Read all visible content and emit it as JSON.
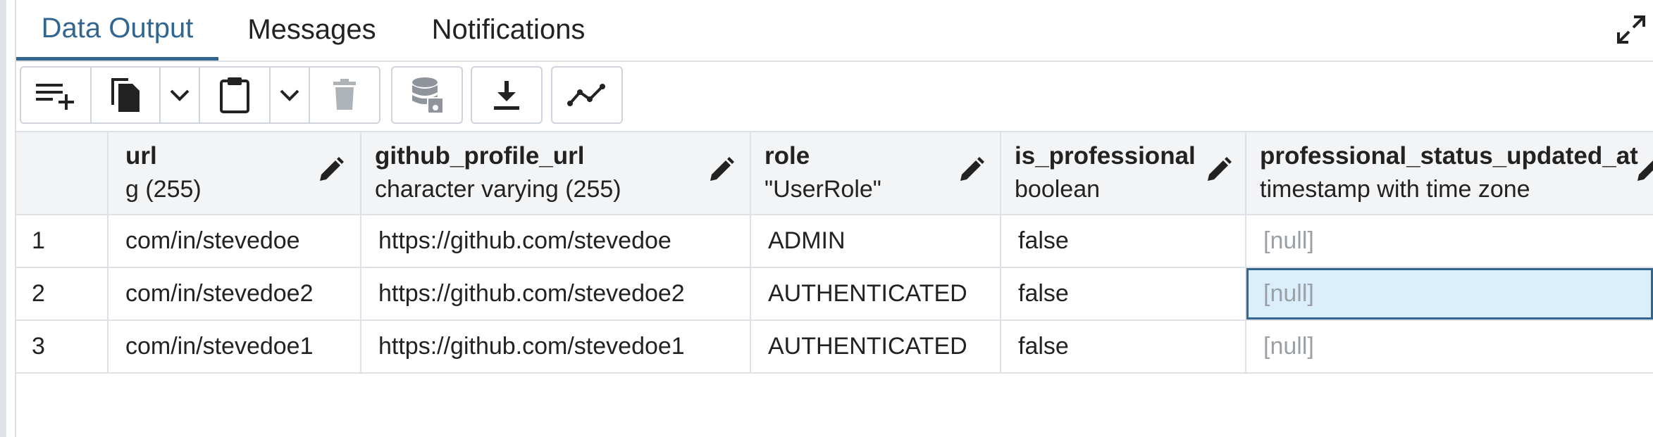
{
  "tabs": [
    {
      "label": "Data Output",
      "active": true
    },
    {
      "label": "Messages",
      "active": false
    },
    {
      "label": "Notifications",
      "active": false
    }
  ],
  "toolbar": {
    "icons": [
      "add-row-icon",
      "copy-icon",
      "chevron-down-icon",
      "paste-icon",
      "chevron-down-icon",
      "delete-icon",
      "save-data-icon",
      "download-icon",
      "graph-icon"
    ]
  },
  "columns": [
    {
      "name": "url",
      "type": "g (255)"
    },
    {
      "name": "github_profile_url",
      "type": "character varying (255)"
    },
    {
      "name": "role",
      "type": "\"UserRole\""
    },
    {
      "name": "is_professional",
      "type": "boolean"
    },
    {
      "name": "professional_status_updated_at",
      "type": "timestamp with time zone"
    }
  ],
  "rows": [
    {
      "num": "1",
      "cells": [
        "com/in/stevedoe",
        "https://github.com/stevedoe",
        "ADMIN",
        "false",
        "[null]"
      ]
    },
    {
      "num": "2",
      "cells": [
        "com/in/stevedoe2",
        "https://github.com/stevedoe2",
        "AUTHENTICATED",
        "false",
        "[null]"
      ]
    },
    {
      "num": "3",
      "cells": [
        "com/in/stevedoe1",
        "https://github.com/stevedoe1",
        "AUTHENTICATED",
        "false",
        "[null]"
      ]
    }
  ],
  "selected_cell": {
    "row": 2,
    "column": "professional_status_updated_at"
  },
  "colors": {
    "accent": "#326690",
    "selected_bg": "#dbeefb",
    "null_text": "#9aa0a6"
  }
}
